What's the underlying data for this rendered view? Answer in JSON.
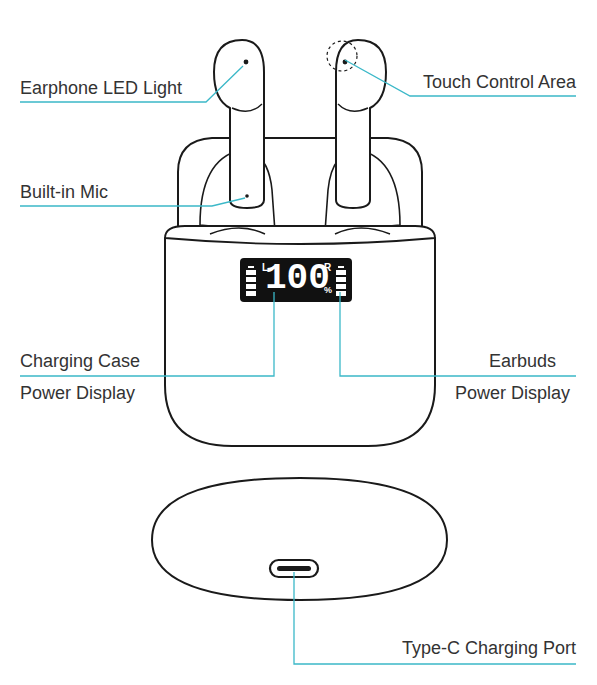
{
  "diagram": {
    "labels": [
      "Earphone LED Light",
      "Touch Control Area",
      "Built-in Mic",
      "L",
      "100",
      "R",
      "%",
      "Charging Case",
      "Power Display",
      "Earbuds",
      "Power Display",
      "Type-C Charging Port"
    ]
  }
}
